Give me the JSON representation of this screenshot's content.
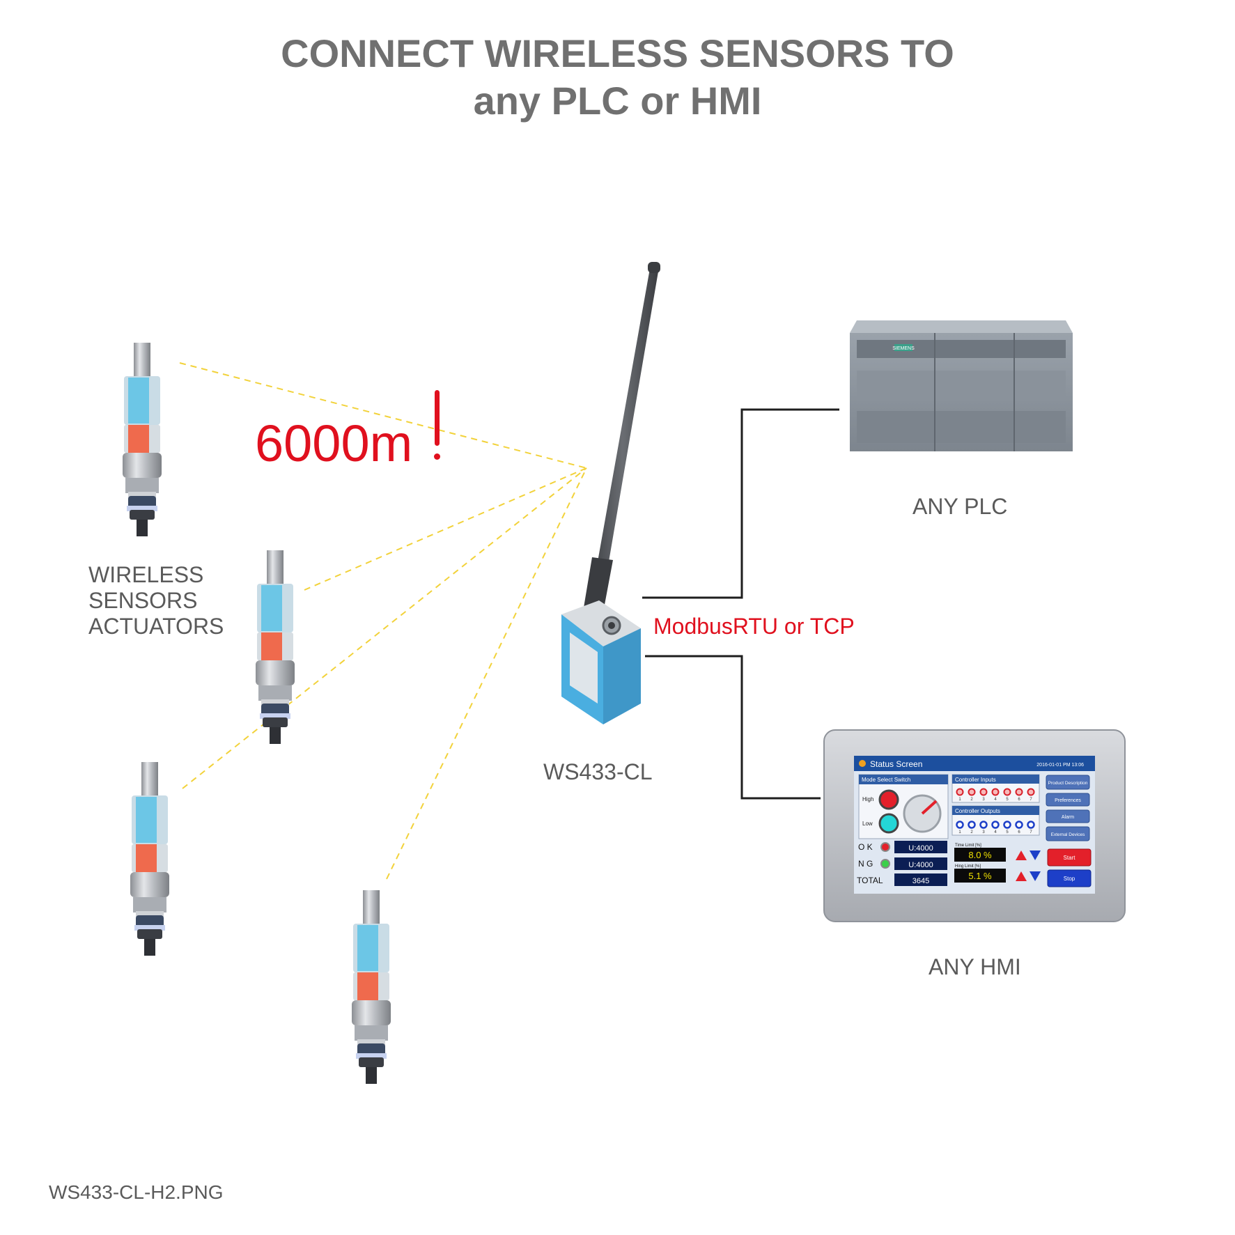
{
  "title": {
    "line1": "CONNECT WIRELESS SENSORS TO",
    "line2": "any PLC or HMI"
  },
  "labels": {
    "sensors": [
      "WIRELESS",
      "SENSORS",
      "ACTUATORS"
    ],
    "range": "6000m",
    "gateway": "WS433-CL",
    "protocol": "ModbusRTU or TCP",
    "plc": "ANY PLC",
    "hmi": "ANY HMI",
    "filename": "WS433-CL-H2.PNG"
  },
  "plc": {
    "brand": "SIEMENS"
  },
  "hmi": {
    "title": "Status Screen",
    "datetime": "2016-01-01 PM 13:06",
    "mode_panel": "Mode Select Switch",
    "high": "High",
    "low": "Low",
    "inputs_panel": "Controller Inputs",
    "outputs_panel": "Controller Outputs",
    "io_numbers": [
      "1",
      "2",
      "3",
      "4",
      "5",
      "6",
      "7"
    ],
    "menu": [
      "Product Description",
      "Preferences",
      "Alarm",
      "External Devices"
    ],
    "ok_label": "O K",
    "ng_label": "N G",
    "total_label": "TOTAL",
    "ok_value": "U:4000",
    "ng_value": "U:4000",
    "total_value": "3645",
    "time_limit_label": "Time Limit [%]",
    "time_limit_value": "8.0 %",
    "hing_limit_label": "Hing Limit [%]",
    "hing_limit_value": "5.1 %",
    "start": "Start",
    "stop": "Stop"
  },
  "colors": {
    "title": "#707070",
    "label": "#5a5a5a",
    "accent_red": "#e0101e",
    "link_dash": "#f2d23a",
    "sensor_blue": "#6cc6e6",
    "sensor_red": "#ef6a4d",
    "gateway_blue": "#4aaee0",
    "hmi_bezel": "#b9bcc2",
    "hmi_header": "#1c4f9e"
  }
}
